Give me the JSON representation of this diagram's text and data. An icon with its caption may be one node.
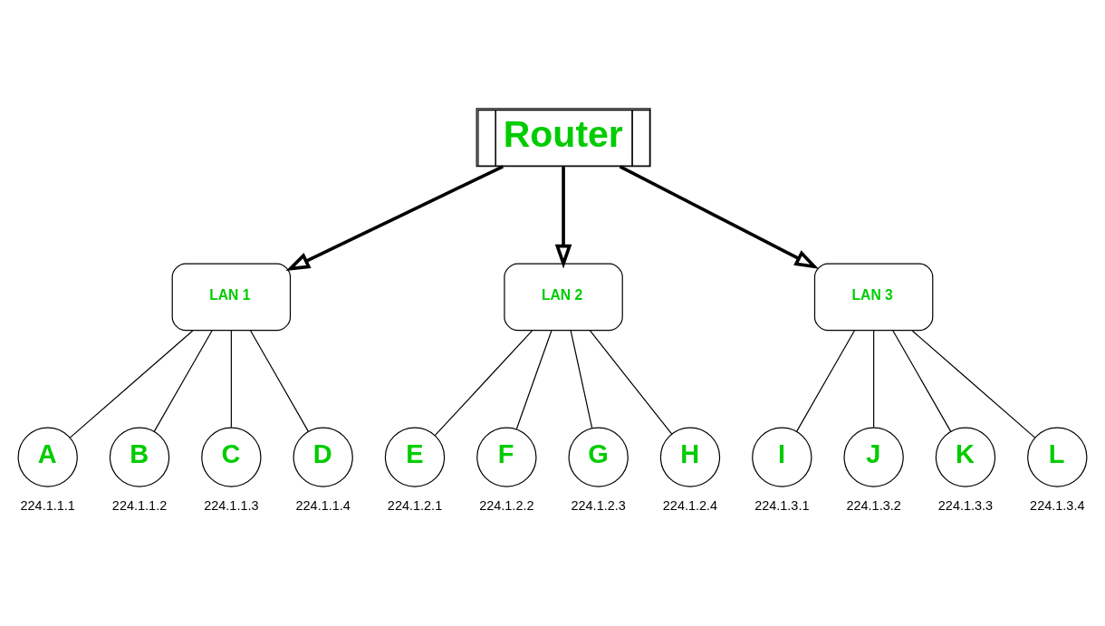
{
  "diagram": {
    "nodes": [
      {
        "text": [
          "Router"
        ]
      },
      {
        "text": [
          "LAN 1"
        ]
      },
      {
        "text": [
          "LAN 2"
        ]
      },
      {
        "text": [
          "LAN 3"
        ]
      },
      {
        "text": [
          "A"
        ],
        "beside": [
          "224.1.1.1"
        ]
      },
      {
        "text": [
          "B"
        ],
        "beside": [
          "224.1.1.2"
        ]
      },
      {
        "text": [
          "C"
        ],
        "beside": [
          "224.1.1.3"
        ]
      },
      {
        "text": [
          "D"
        ],
        "beside": [
          "224.1.1.4"
        ]
      },
      {
        "text": [
          "E"
        ],
        "beside": [
          "224.1.2.1"
        ]
      },
      {
        "text": [
          "F"
        ],
        "beside": [
          "224.1.2.2"
        ]
      },
      {
        "text": [
          "G"
        ],
        "beside": [
          "224.1.2.3"
        ]
      },
      {
        "text": [
          "H"
        ],
        "beside": [
          "224.1.2.4"
        ]
      },
      {
        "text": [
          "I"
        ],
        "beside": [
          "224.1.3.1"
        ]
      },
      {
        "text": [
          "J"
        ],
        "beside": [
          "224.1.3.2"
        ]
      },
      {
        "text": [
          "K"
        ],
        "beside": [
          "224.1.3.3"
        ]
      },
      {
        "text": [
          "L"
        ],
        "beside": [
          "224.1.3.4"
        ]
      }
    ],
    "edges": [
      {
        "from": 0,
        "to": 1,
        "arrow": "to",
        "style": "thick"
      },
      {
        "from": 0,
        "to": 2,
        "arrow": "to",
        "style": "thick"
      },
      {
        "from": 0,
        "to": 3,
        "arrow": "to",
        "style": "thick"
      },
      {
        "from": 1,
        "to": 4,
        "arrow": "none"
      },
      {
        "from": 1,
        "to": 5,
        "arrow": "none"
      },
      {
        "from": 1,
        "to": 6,
        "arrow": "none"
      },
      {
        "from": 1,
        "to": 7,
        "arrow": "none"
      },
      {
        "from": 2,
        "to": 8,
        "arrow": "none"
      },
      {
        "from": 2,
        "to": 9,
        "arrow": "none"
      },
      {
        "from": 2,
        "to": 10,
        "arrow": "none"
      },
      {
        "from": 2,
        "to": 11,
        "arrow": "none"
      },
      {
        "from": 3,
        "to": 12,
        "arrow": "none"
      },
      {
        "from": 3,
        "to": 13,
        "arrow": "none"
      },
      {
        "from": 3,
        "to": 14,
        "arrow": "none"
      },
      {
        "from": 3,
        "to": 15,
        "arrow": "none"
      }
    ]
  }
}
